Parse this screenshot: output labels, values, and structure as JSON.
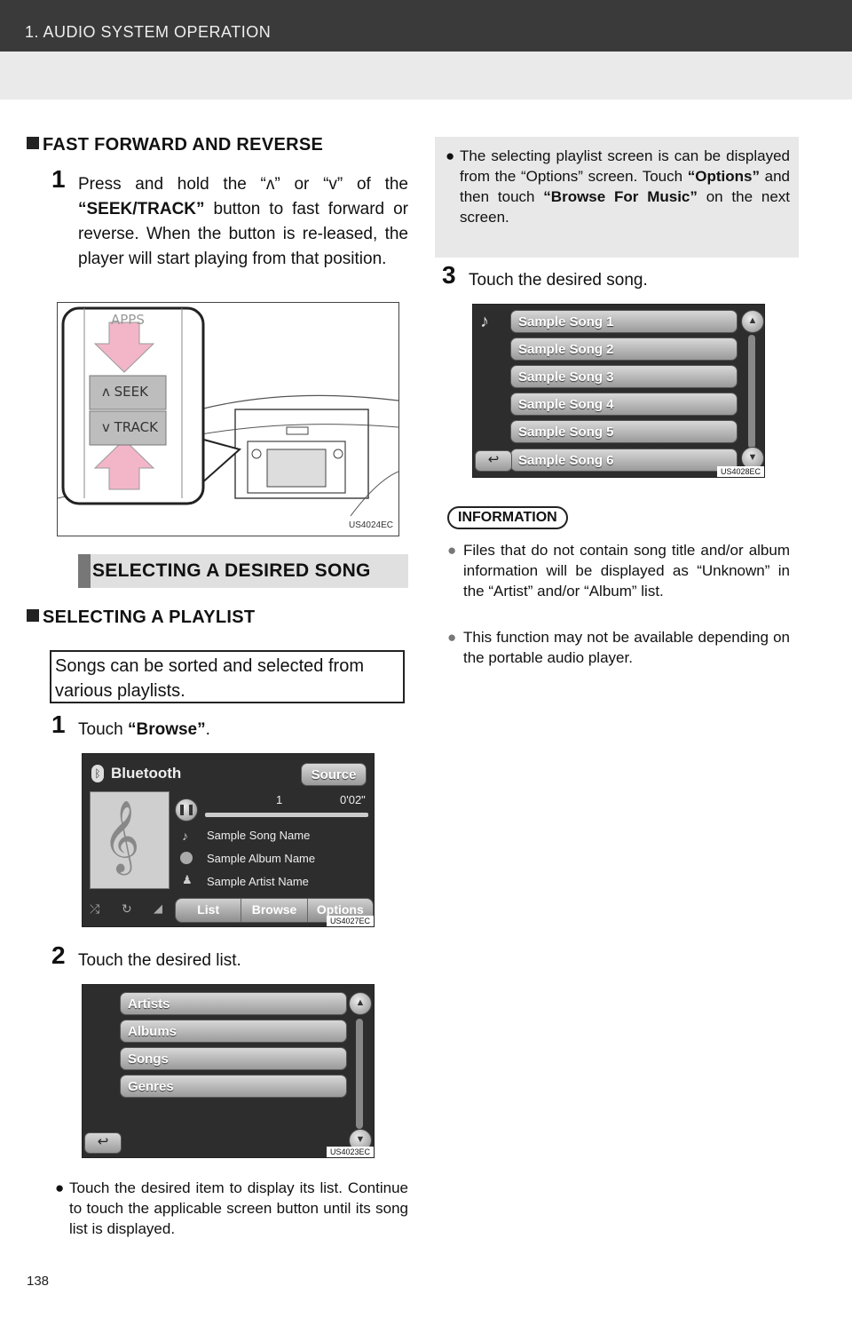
{
  "header": {
    "chapter": "1. AUDIO SYSTEM OPERATION"
  },
  "fast_forward": {
    "heading": "FAST FORWARD AND REVERSE",
    "step_num": "1",
    "step_text_a": "Press and hold the “",
    "up_glyph": "ʌ",
    "step_text_b": "” or “",
    "down_glyph": "v",
    "step_text_c": "” of the ",
    "step_bold": "“SEEK/TRACK”",
    "step_text_d": " button to fast forward or reverse. When the button is re-leased, the player will start playing from that position.",
    "figure": {
      "apps_label": "APPS",
      "seek_label": "ʌ  SEEK",
      "track_label": "v  TRACK",
      "code": "US4024EC"
    }
  },
  "selecting_song": {
    "title": "SELECTING A DESIRED SONG",
    "playlist_heading": "SELECTING A PLAYLIST",
    "intro": "Songs can be sorted and selected from various playlists.",
    "step1": {
      "num": "1",
      "text": "Touch ",
      "bold": "“Browse”",
      "tail": "."
    },
    "browse_screen": {
      "source_title": "Bluetooth",
      "source_button": "Source",
      "track_number": "1",
      "time": "0'02\"",
      "song": "Sample Song Name",
      "album": "Sample Album Name",
      "artist": "Sample Artist Name",
      "tabs": [
        "List",
        "Browse",
        "Options"
      ],
      "code": "US4027EC"
    },
    "step2": {
      "num": "2",
      "text": "Touch the desired list."
    },
    "list_screen": {
      "items": [
        "Artists",
        "Albums",
        "Songs",
        "Genres"
      ],
      "code": "US4023EC"
    },
    "bullet_touch": "Touch the desired item to display its list. Continue to touch the applicable screen button until its song list is displayed."
  },
  "right_column": {
    "note": {
      "text_a": "The selecting playlist screen is can be displayed from the “Options” screen. Touch ",
      "bold_a": "“Options”",
      "text_b": " and then touch ",
      "bold_b": "“Browse For Music”",
      "text_c": " on the next screen."
    },
    "step3": {
      "num": "3",
      "text": "Touch the desired song."
    },
    "songs_screen": {
      "songs": [
        "Sample Song 1",
        "Sample Song 2",
        "Sample Song 3",
        "Sample Song 4",
        "Sample Song 5",
        "Sample Song 6"
      ],
      "code": "US4028EC"
    },
    "information": {
      "label": "INFORMATION",
      "items": [
        "Files that do not contain song title and/or album information will be displayed as “Unknown” in the “Artist” and/or “Album” list.",
        "This function may not be available depending on the portable audio player."
      ]
    }
  },
  "page_number": "138"
}
